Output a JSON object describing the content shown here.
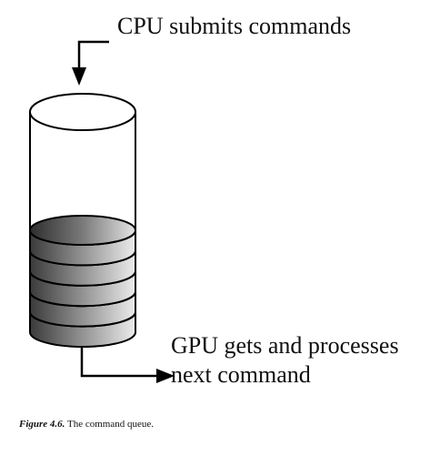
{
  "labels": {
    "cpu": "CPU submits commands",
    "gpu_line1": "GPU gets and processes",
    "gpu_line2": "next command"
  },
  "caption": {
    "label": "Figure 4.6.",
    "text": "The command queue."
  },
  "queue": {
    "command_count": 5
  },
  "colors": {
    "stroke": "#000000",
    "disk_dark": "#3a3a3a",
    "disk_light": "#ededed",
    "text": "#111111"
  }
}
